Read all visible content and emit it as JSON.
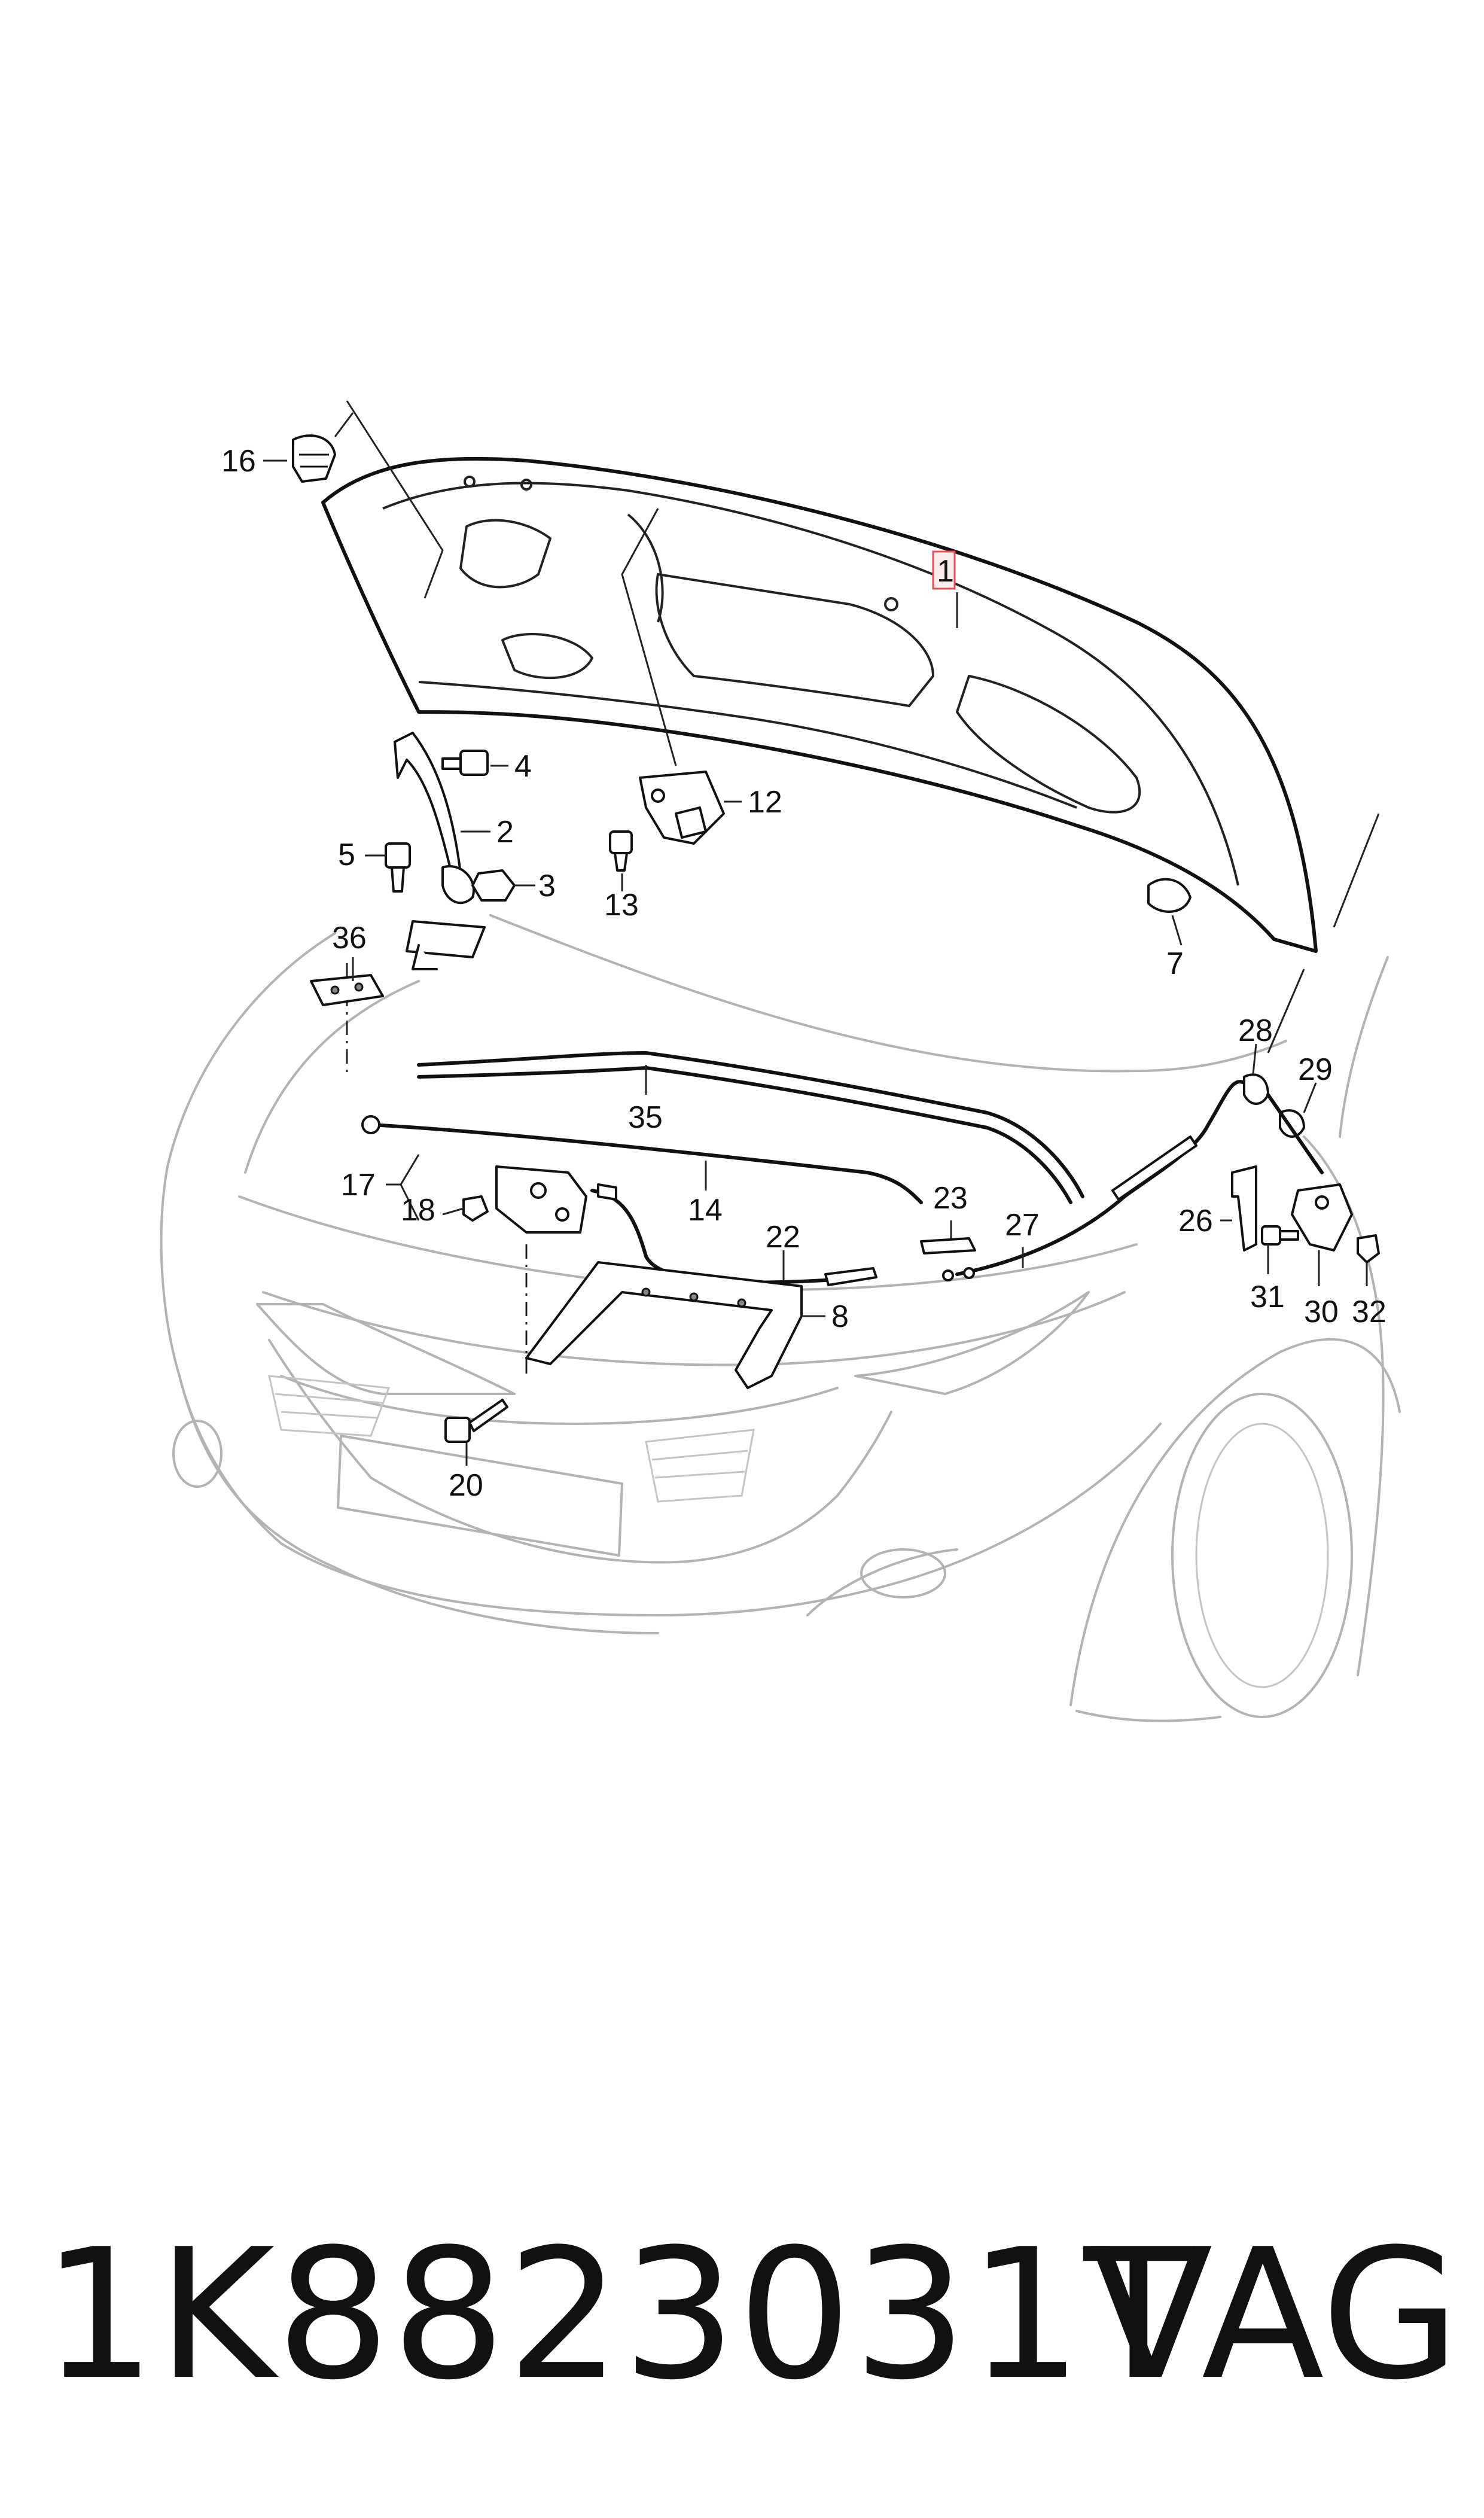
{
  "callouts": {
    "c1": "1",
    "c2": "2",
    "c3": "3",
    "c4": "4",
    "c5": "5",
    "c7": "7",
    "c8": "8",
    "c12": "12",
    "c13": "13",
    "c14": "14",
    "c16": "16",
    "c17": "17",
    "c18": "18",
    "c20": "20",
    "c22": "22",
    "c23": "23",
    "c26": "26",
    "c27": "27",
    "c28": "28",
    "c29": "29",
    "c30": "30",
    "c31": "31",
    "c32": "32",
    "c35": "35",
    "c36": "36"
  },
  "highlighted_callout": "1",
  "highlight_color": "#e0505a",
  "footer": {
    "part_number": "1K8823031T",
    "brand": "VAG"
  }
}
